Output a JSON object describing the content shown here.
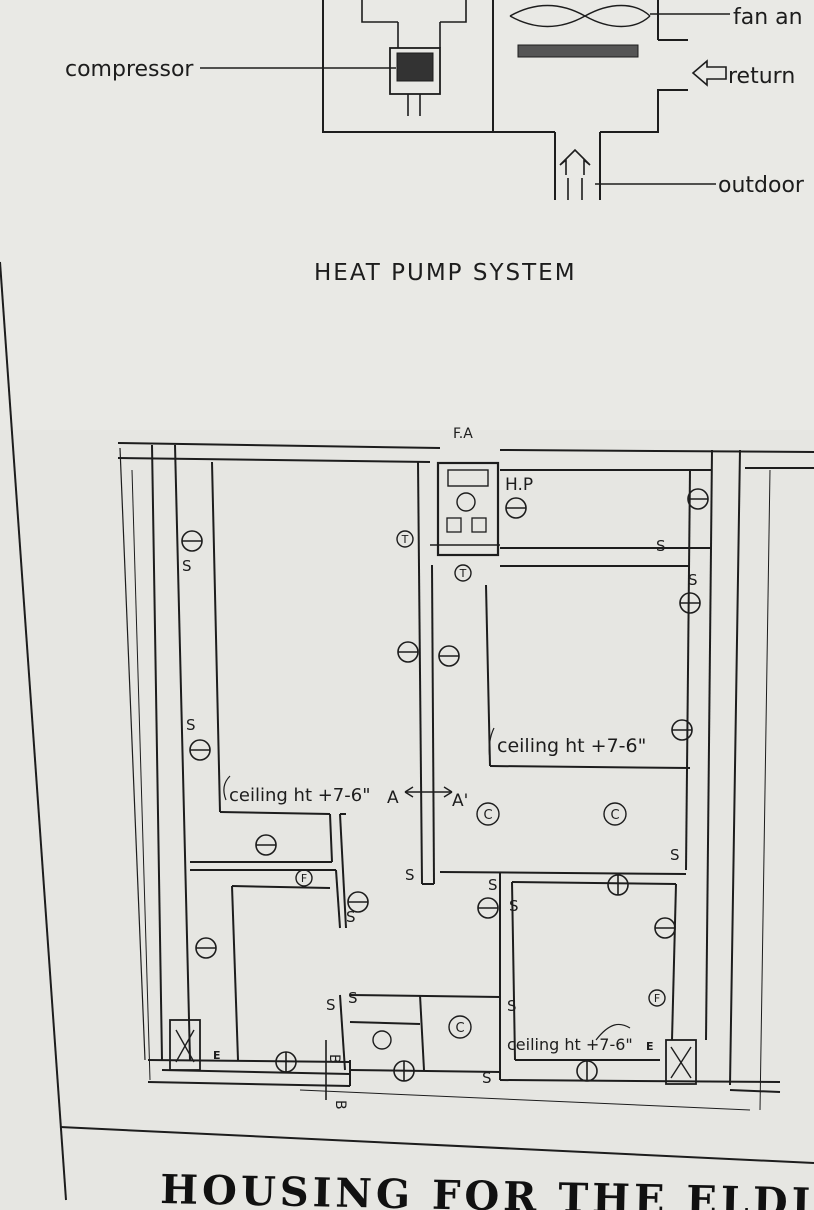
{
  "labels": {
    "fan": "fan an",
    "compressor": "compressor",
    "return": "return",
    "outdoor": "outdoor",
    "system_title": "HEAT PUMP SYSTEM",
    "fresh_air": "F.A",
    "heat_pump": "H.P",
    "ceiling_right": "ceiling ht +7-6\"",
    "ceiling_left": "ceiling ht +7-6\"",
    "ceiling_bottom": "ceiling ht +7-6\"",
    "section_a_left": "A",
    "section_a_right": "A'",
    "section_b": "B",
    "section_b2": "B",
    "footer_title": "HOUSING FOR THE ELDI"
  },
  "symbols": {
    "thermostat": "T",
    "fire": "F",
    "ceiling": "C",
    "supply": "S",
    "exhaust": "E"
  },
  "colors": {
    "paper": "#e7e7e3",
    "ink": "#1d1d1d"
  }
}
